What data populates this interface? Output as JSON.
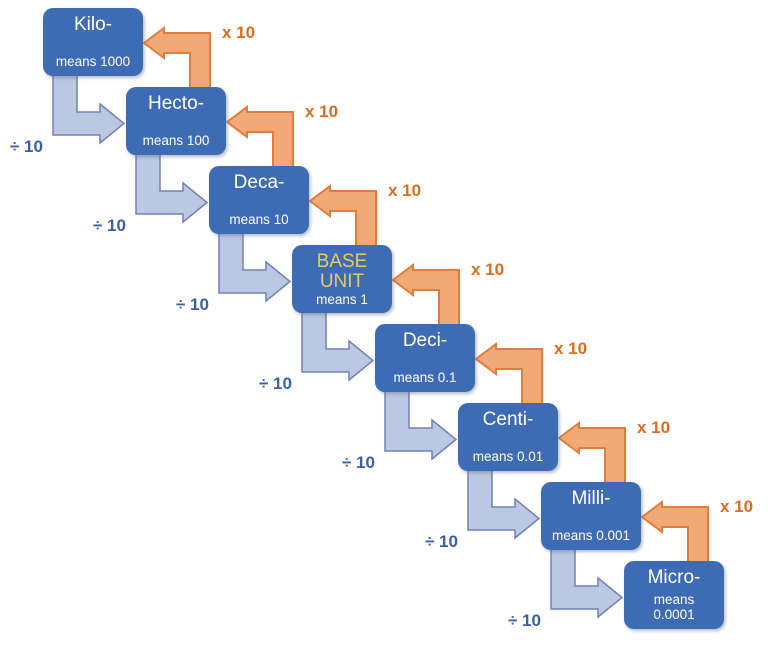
{
  "steps": [
    {
      "title": "Kilo-",
      "means": "means 1000"
    },
    {
      "title": "Hecto-",
      "means": "means 100"
    },
    {
      "title": "Deca-",
      "means": "means 10"
    },
    {
      "title": "BASE UNIT",
      "means": "means 1"
    },
    {
      "title": "Deci-",
      "means": "means 0.1"
    },
    {
      "title": "Centi-",
      "means": "means 0.01"
    },
    {
      "title": "Milli-",
      "means": "means 0.001"
    },
    {
      "title": "Micro-",
      "means": "means 0.0001"
    }
  ],
  "labels": {
    "divide": "÷ 10",
    "multiply": "x 10"
  },
  "colors": {
    "box_blue": "#3e6cb4",
    "box_text": "#ffffff",
    "base_unit_gold": "#edc75d",
    "divide_arrow_fill": "#bcc7e2",
    "divide_arrow_border": "#6e82b9",
    "multiply_arrow_fill": "#f1a978",
    "multiply_arrow_border": "#e07d3a",
    "divide_label": "#3a60a8",
    "multiply_label": "#dd6d1e",
    "background": "#ffffff"
  }
}
